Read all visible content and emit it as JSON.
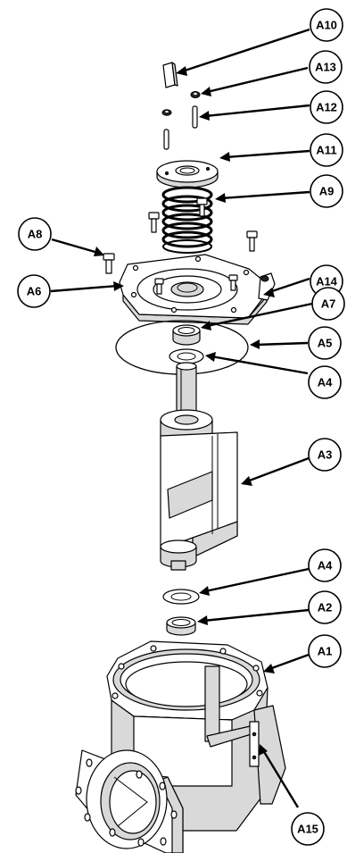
{
  "callouts": {
    "A10": "A10",
    "A13": "A13",
    "A12": "A12",
    "A11": "A11",
    "A9": "A9",
    "A8": "A8",
    "A6": "A6",
    "A14": "A14",
    "A7": "A7",
    "A5": "A5",
    "A4_upper": "A4",
    "A3": "A3",
    "A4_lower": "A4",
    "A2": "A2",
    "A1": "A1",
    "A15": "A15"
  }
}
